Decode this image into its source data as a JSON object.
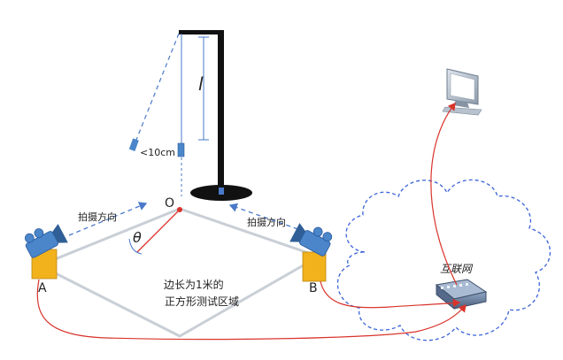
{
  "labels": {
    "length_symbol": "l",
    "offset_note": "<10cm",
    "origin": "O",
    "angle_symbol": "θ",
    "shoot_dir_left": "拍摄方向",
    "shoot_dir_right": "拍摄方向",
    "camera_a": "A",
    "camera_b": "B",
    "area_line1": "边长为1米的",
    "area_line2": "正方形测试区域",
    "internet": "互联网"
  },
  "icons": [
    "camera-icon",
    "monitor-icon",
    "network-switch-icon",
    "cloud-icon",
    "pendulum-stand-icon"
  ],
  "colors": {
    "pendulum_line": "#4a79c9",
    "signal_line": "#d9342b",
    "square_edge": "#c9cfd6",
    "cloud_outline": "#3b63d9",
    "camera_body": "#4a86c9",
    "camera_base": "#f2b21c",
    "stand": "#111111"
  }
}
